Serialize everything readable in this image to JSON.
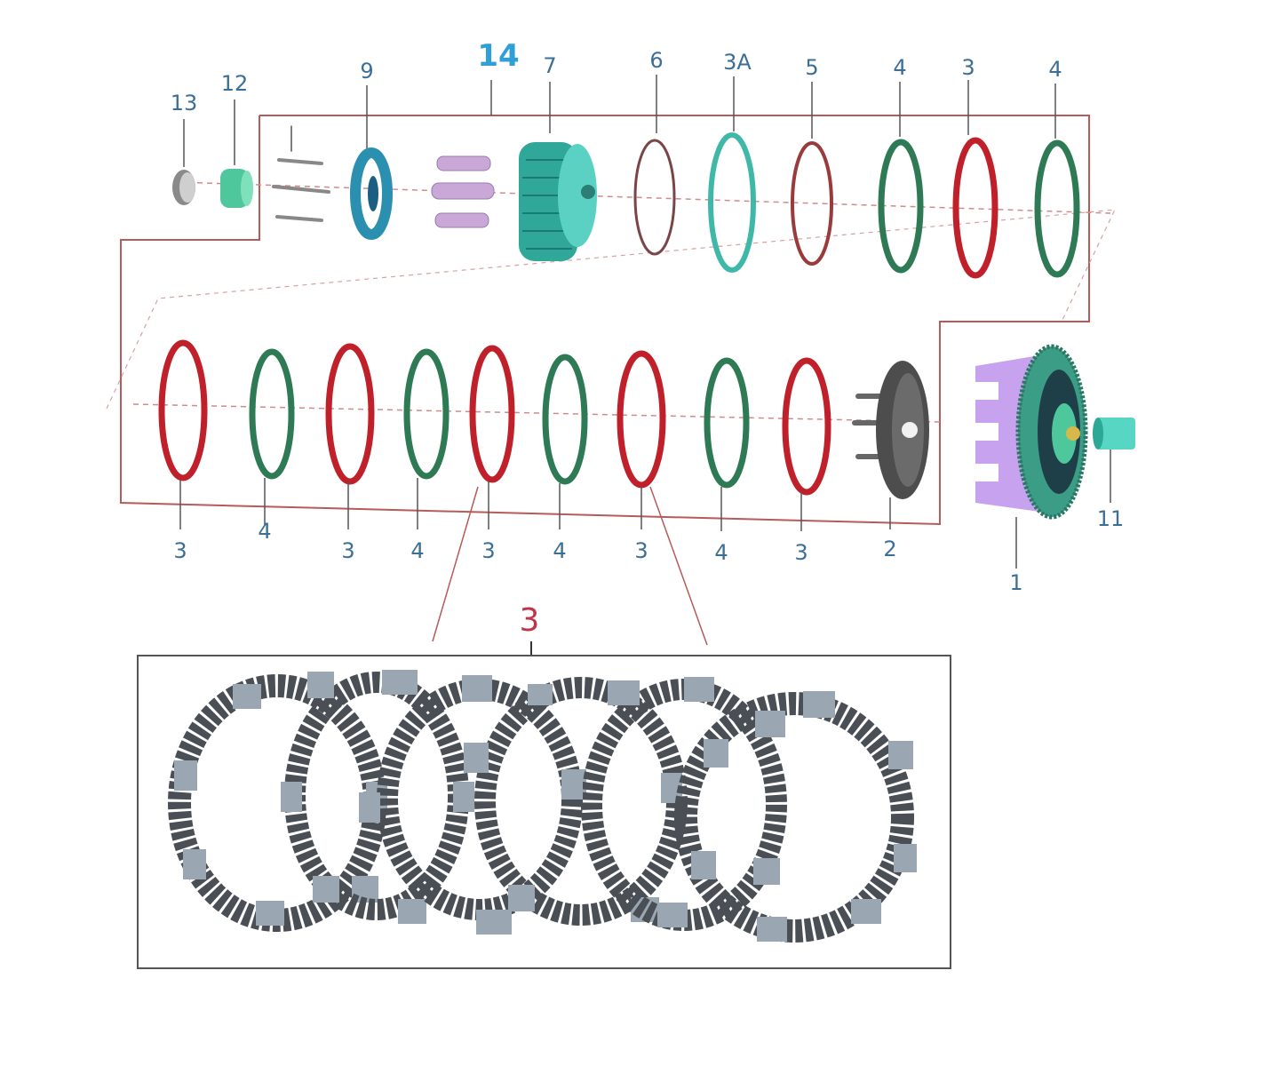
{
  "labels": {
    "p13": "13",
    "p12": "12",
    "p9": "9",
    "p14": "14",
    "p7": "7",
    "p6": "6",
    "p3A": "3A",
    "p5": "5",
    "p4a": "4",
    "p3a": "3",
    "p4b": "4",
    "r3a": "3",
    "r4a": "4",
    "r3b": "3",
    "r4b": "4",
    "r3c": "3",
    "r4c": "4",
    "r3d": "3",
    "r4d": "4",
    "r3e": "3",
    "p2": "2",
    "p1": "1",
    "p11": "11",
    "detail": "3"
  },
  "colors": {
    "frame": "#b75a5a",
    "friction_plate": "#c0202a",
    "steel_plate": "#2e7a55",
    "teal": "#3fb8a8",
    "purple": "#b98be0",
    "detail_plate": "#4a4f55",
    "detail_tab": "#9aa7b3"
  }
}
